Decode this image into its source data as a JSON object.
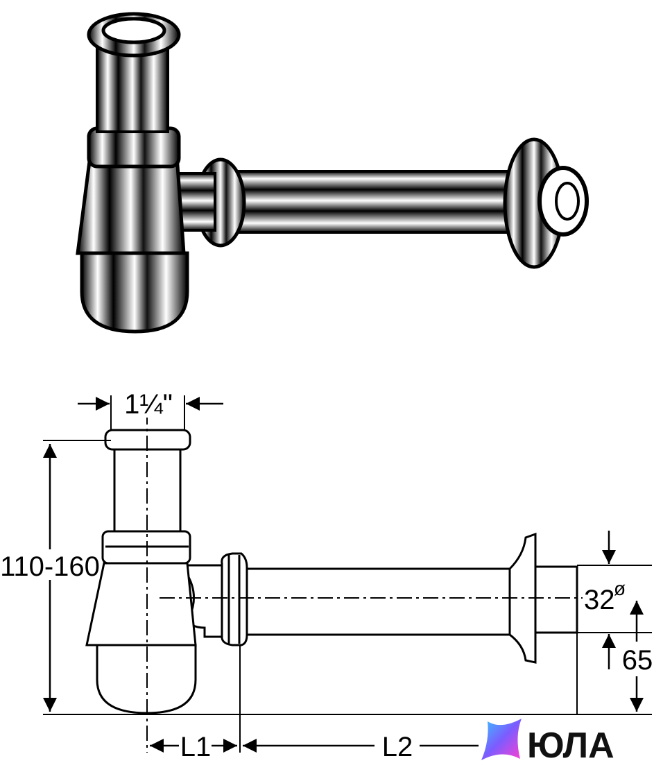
{
  "diagram": {
    "dimensions": {
      "inlet_thread": "1¼\"",
      "height_range": "110-160",
      "outlet_diameter": "32",
      "diameter_symbol": "ø",
      "outlet_height": "65",
      "length_1": "L1",
      "length_2": "L2"
    }
  },
  "watermark": {
    "brand_name": "ЮЛА",
    "colors": {
      "gradient_start": "#37c6ff",
      "gradient_mid": "#7b5cff",
      "gradient_end": "#ff3fd1"
    }
  }
}
